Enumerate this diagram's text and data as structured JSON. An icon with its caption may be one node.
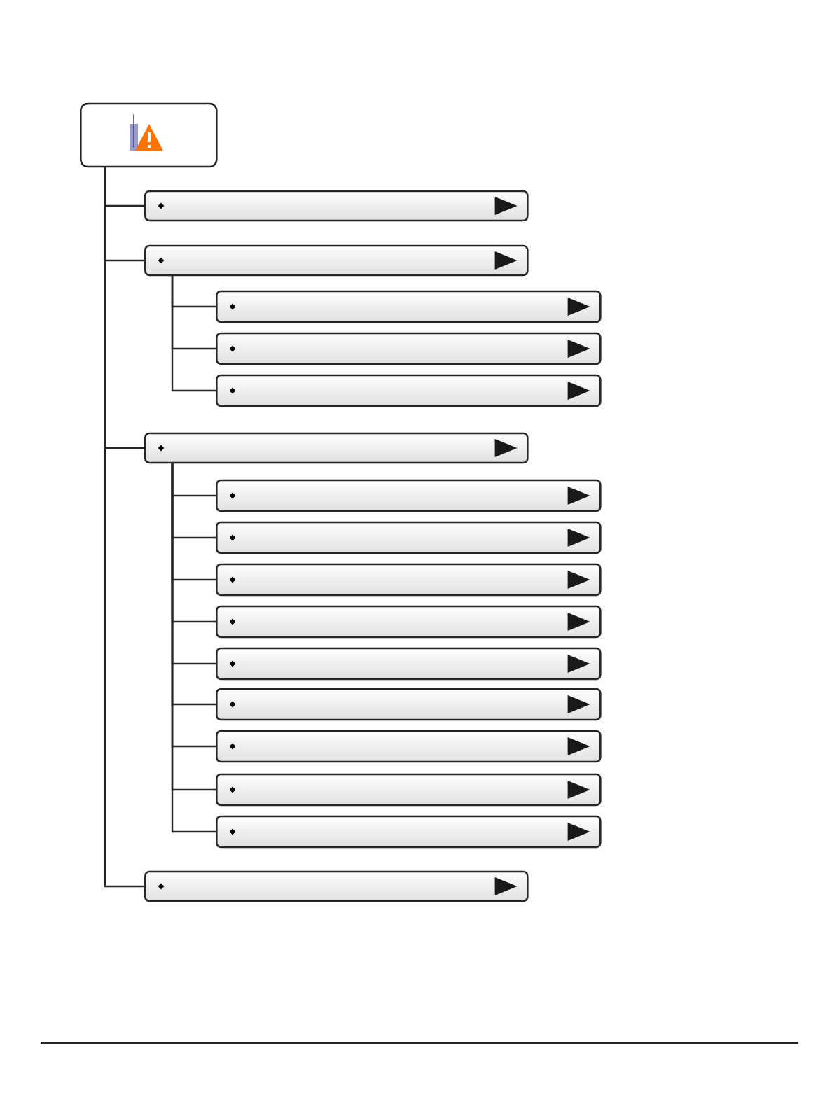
{
  "diagram": {
    "nodes": [
      {
        "text": [],
        "shape": "box"
      },
      {
        "text": [],
        "shape": "bar"
      },
      {
        "text": [],
        "shape": "bar"
      },
      {
        "text": [],
        "shape": "bar"
      },
      {
        "text": [],
        "shape": "bar"
      },
      {
        "text": [],
        "shape": "bar"
      },
      {
        "text": [],
        "shape": "bar"
      },
      {
        "text": [],
        "shape": "bar"
      },
      {
        "text": [],
        "shape": "bar"
      },
      {
        "text": [],
        "shape": "bar"
      },
      {
        "text": [],
        "shape": "bar"
      },
      {
        "text": [],
        "shape": "bar"
      },
      {
        "text": [],
        "shape": "bar"
      },
      {
        "text": [],
        "shape": "bar"
      },
      {
        "text": [],
        "shape": "bar"
      },
      {
        "text": [],
        "shape": "bar"
      },
      {
        "text": [],
        "shape": "bar"
      }
    ],
    "edges": [
      {
        "from": 0,
        "to": 1,
        "arrow": "none"
      },
      {
        "from": 0,
        "to": 2,
        "arrow": "none"
      },
      {
        "from": 2,
        "to": 3,
        "arrow": "none"
      },
      {
        "from": 2,
        "to": 4,
        "arrow": "none"
      },
      {
        "from": 2,
        "to": 5,
        "arrow": "none"
      },
      {
        "from": 0,
        "to": 6,
        "arrow": "none"
      },
      {
        "from": 6,
        "to": 7,
        "arrow": "none"
      },
      {
        "from": 6,
        "to": 8,
        "arrow": "none"
      },
      {
        "from": 6,
        "to": 9,
        "arrow": "none"
      },
      {
        "from": 6,
        "to": 10,
        "arrow": "none"
      },
      {
        "from": 6,
        "to": 11,
        "arrow": "none"
      },
      {
        "from": 6,
        "to": 12,
        "arrow": "none"
      },
      {
        "from": 6,
        "to": 13,
        "arrow": "none"
      },
      {
        "from": 6,
        "to": 14,
        "arrow": "none"
      },
      {
        "from": 6,
        "to": 15,
        "arrow": "none"
      },
      {
        "from": 0,
        "to": 16,
        "arrow": "none"
      }
    ]
  }
}
